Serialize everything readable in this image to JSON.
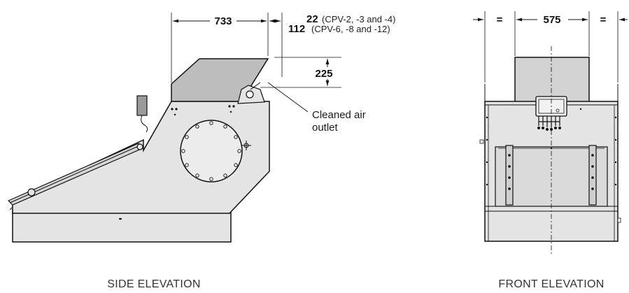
{
  "side_elevation": {
    "view_label": "SIDE ELEVATION",
    "dim_width": "733",
    "dim_offset": {
      "line1_value": "22",
      "line1_note": "(CPV-2, -3 and -4)",
      "line2_value": "112",
      "line2_note": "(CPV-6, -8 and -12)"
    },
    "dim_height": "225",
    "callout_line1": "Cleaned air",
    "callout_line2": "outlet"
  },
  "front_elevation": {
    "view_label": "FRONT ELEVATION",
    "dim_width": "575",
    "equal_left": "=",
    "equal_right": "="
  },
  "colors": {
    "fill": "#e4e4e4",
    "fill_dark": "#c9c9c9",
    "stroke": "#111111"
  }
}
